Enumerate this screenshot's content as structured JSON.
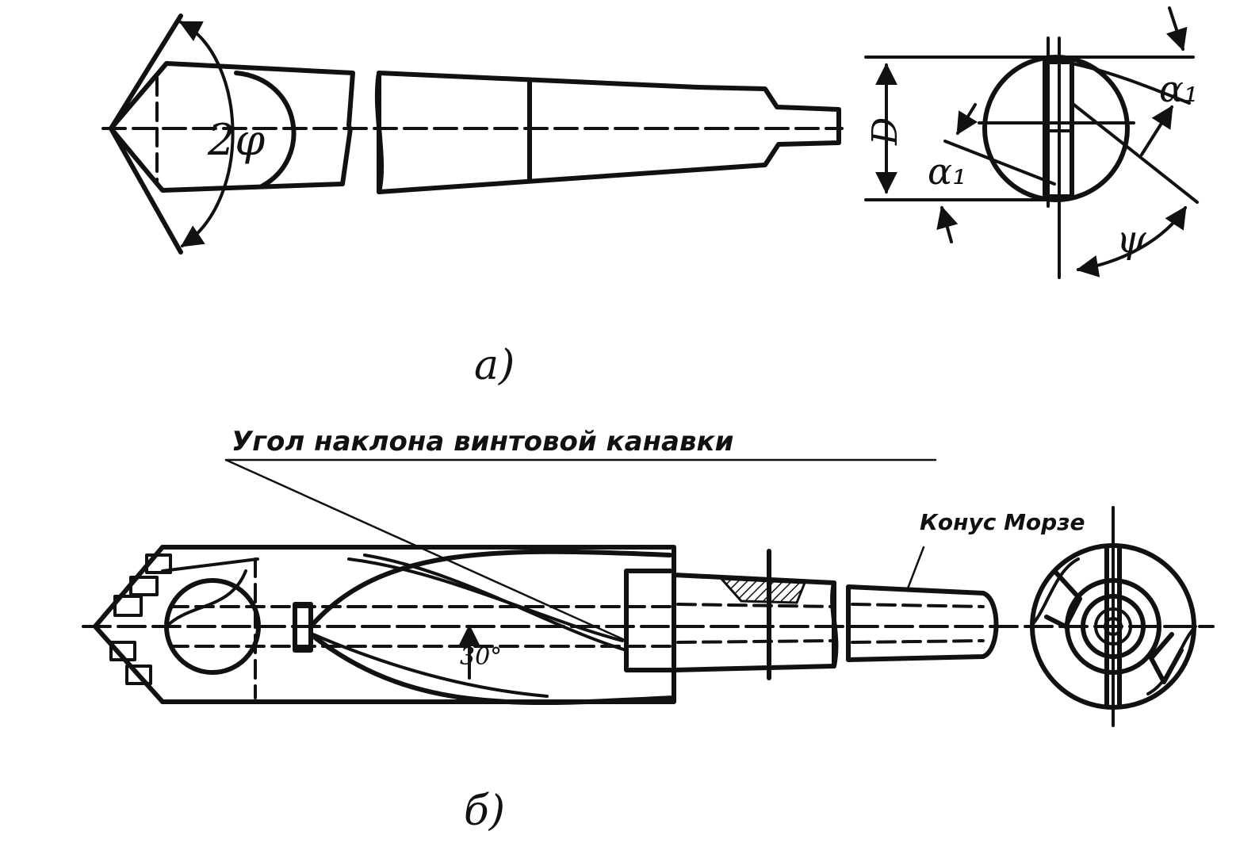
{
  "figure_a": {
    "caption": "а)",
    "point_angle_label": "2φ",
    "diameter_label": "D",
    "clearance_angle_label_top": "α₁",
    "clearance_angle_label_bottom": "α₁",
    "chisel_edge_angle_label": "ψ"
  },
  "figure_b": {
    "caption": "б)",
    "helix_angle_caption": "Угол наклона винтовой канавки",
    "helix_angle_value": "30°",
    "shank_caption": "Конус Морзе"
  }
}
